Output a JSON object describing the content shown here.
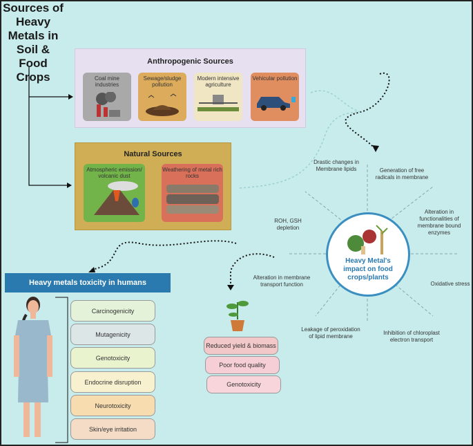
{
  "title": "Sources of Heavy Metals in Soil & Food Crops",
  "anthropogenic": {
    "title": "Anthropogenic Sources",
    "items": [
      "Coal mine industries",
      "Sewage/sludge pollution",
      "Modern intensive agriculture",
      "Vehicular pollution"
    ]
  },
  "natural": {
    "title": "Natural Sources",
    "items": [
      "Atmospheric emission/ volcanic dust",
      "Weathering of metal rich rocks"
    ]
  },
  "impact": {
    "center": "Heavy Metal's impact on food crops/plants",
    "effects": [
      "Drastic changes in Membrane lipids",
      "Generation of free radicals in membrane",
      "Alteration in functionalities of membrane bound enzymes",
      "Oxidative stress",
      "Inhibition of chloroplast electron transport",
      "Leakage of peroxidation of lipid membrane",
      "Alteration in membrane transport function",
      "ROH, GSH depletion"
    ]
  },
  "plant_effects": [
    "Reduced yield & biomass",
    "Poor food quality",
    "Genotoxicity"
  ],
  "human": {
    "title": "Heavy metals toxicity in humans",
    "items": [
      "Carcinogenicity",
      "Mutagenicity",
      "Genotoxicity",
      "Endocrine disruption",
      "Neurotoxicity",
      "Skin/eye irritation"
    ]
  },
  "colors": {
    "background": "#c8ecec",
    "anthropogenic_panel": "#e6e0f0",
    "natural_panel": "#cfae55",
    "human_banner": "#2a7ab0"
  }
}
